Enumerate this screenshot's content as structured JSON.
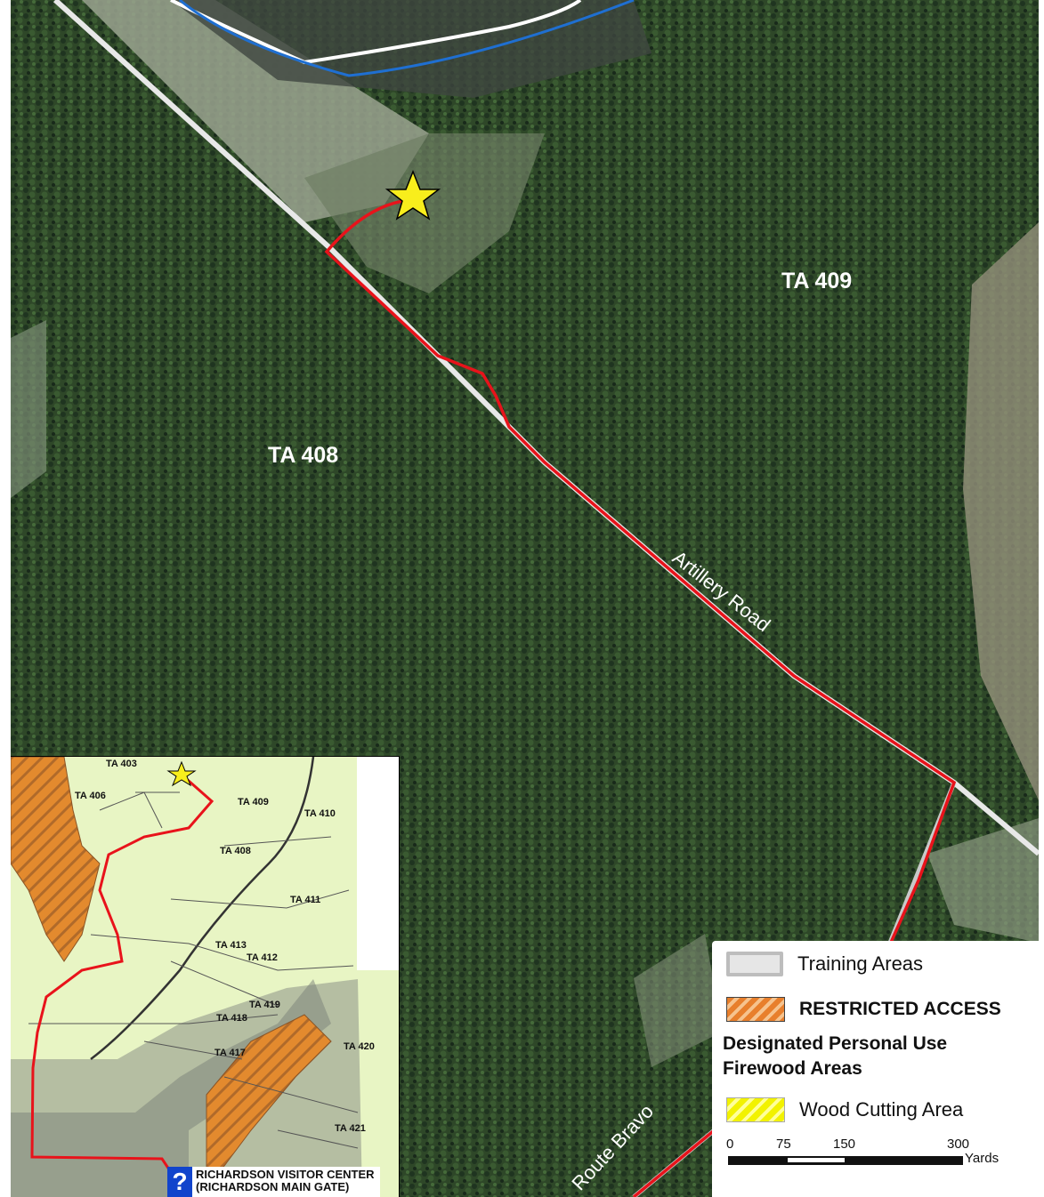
{
  "map": {
    "ta_labels": [
      "TA 409",
      "TA 408"
    ],
    "road_labels": [
      "Artillery Road",
      "Route Bravo"
    ],
    "colors": {
      "route": "#e8131b",
      "boundary": "#ffffff",
      "river": "#1f6fd1",
      "star": "#f8ee1c",
      "forest": "#2c4427"
    },
    "destination_icon": "star-icon"
  },
  "inset": {
    "labels": [
      "TA 403",
      "TA 406",
      "TA 409",
      "TA 410",
      "TA 408",
      "TA 411",
      "TA 413",
      "TA 412",
      "TA 419",
      "TA 418",
      "TA 417",
      "TA 420",
      "TA 421"
    ],
    "visitor_center_icon": "question-mark-icon",
    "visitor_center_line1": "RICHARDSON VISITOR CENTER",
    "visitor_center_line2": "(RICHARDSON MAIN GATE)"
  },
  "legend": {
    "training_areas": "Training Areas",
    "restricted_access": "RESTRICTED ACCESS",
    "firewood_line1": "Designated Personal Use",
    "firewood_line2": "Firewood Areas",
    "wood_cutting": "Wood Cutting Area",
    "scale": {
      "ticks": [
        "0",
        "75",
        "150",
        "300"
      ],
      "unit": "Yards"
    }
  }
}
